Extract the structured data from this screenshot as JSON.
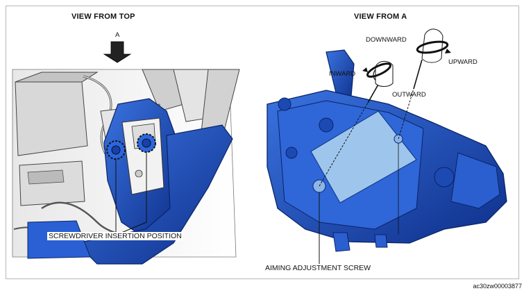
{
  "left_panel": {
    "title": "VIEW FROM TOP",
    "arrow_label": "A",
    "callout": "SCREWDRIVER INSERTION POSITION"
  },
  "right_panel": {
    "title": "VIEW FROM A",
    "downward": "DOWNWARD",
    "upward": "UPWARD",
    "inward": "INWARD",
    "outward": "OUTWARD",
    "callout": "AIMING ADJUSTMENT SCREW"
  },
  "reference_code": "ac30zw00003877",
  "colors": {
    "part_blue": "#1f55c8",
    "part_blue_dark": "#0d2f86",
    "line": "#111111"
  }
}
